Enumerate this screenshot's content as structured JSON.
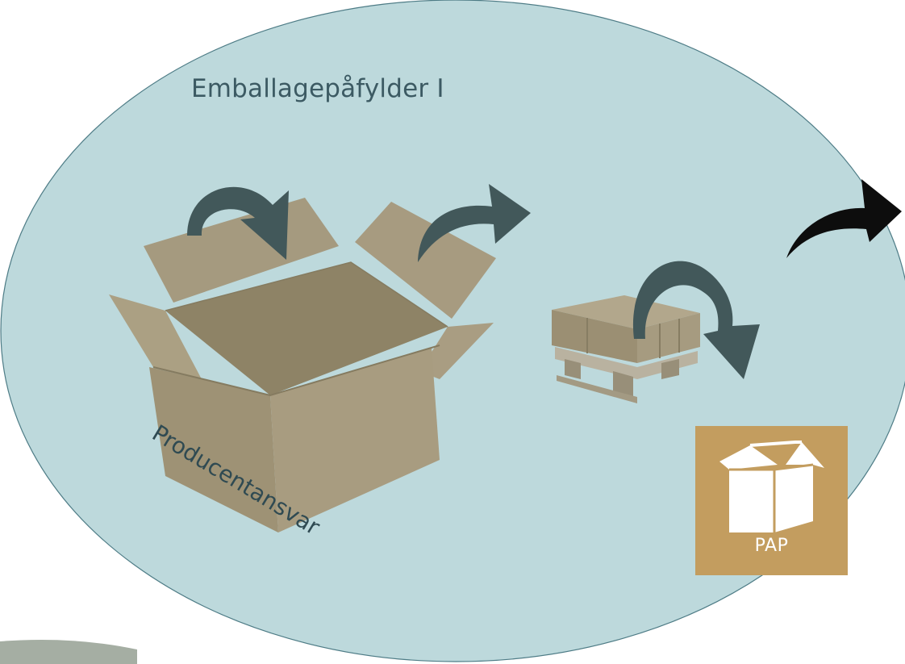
{
  "diagram": {
    "region_title": "Emballagepåfylder I",
    "curved_label": "Producentansvar",
    "badge": {
      "label": "PAP",
      "icon": "open-box-icon",
      "color": "#c39d5f"
    },
    "colors": {
      "region_fill": "#bdd9dc",
      "region_stroke": "#4e7c86",
      "arrow_dark": "#42585a",
      "arrow_black": "#0d0d0d",
      "cardboard": "#a89a7d"
    }
  }
}
